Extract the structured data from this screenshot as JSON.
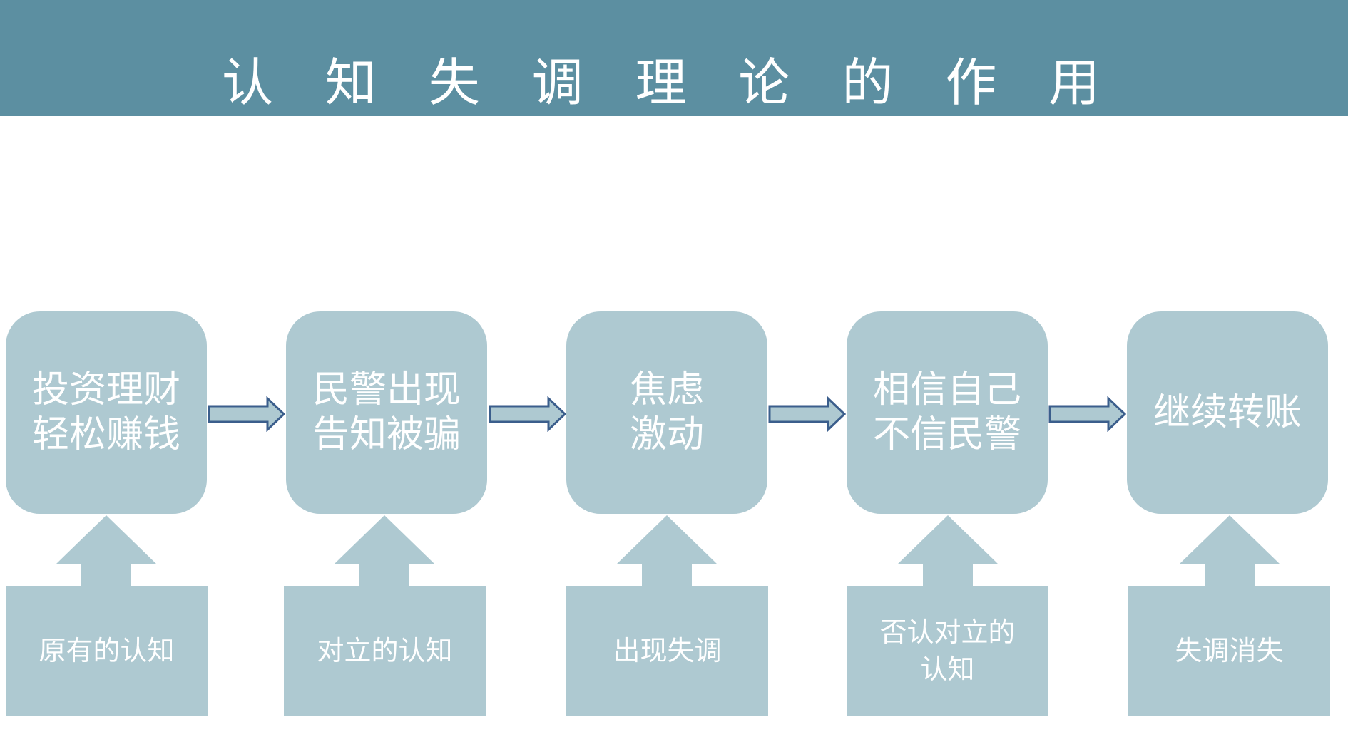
{
  "header": {
    "title": "认 知 失 调 理 论 的 作 用"
  },
  "colors": {
    "header_bg": "#5c8fa1",
    "box_fill": "#aec9d1",
    "arrow_outline": "#3b5e8c",
    "text": "#ffffff"
  },
  "flow": {
    "steps": [
      {
        "lines": [
          "投资理财",
          "轻松赚钱"
        ]
      },
      {
        "lines": [
          "民警出现",
          "告知被骗"
        ]
      },
      {
        "lines": [
          "焦虑",
          "激动"
        ]
      },
      {
        "lines": [
          "相信自己",
          "不信民警"
        ]
      },
      {
        "lines": [
          "继续转账"
        ]
      }
    ],
    "causes": [
      {
        "lines": [
          "原有的认知"
        ]
      },
      {
        "lines": [
          "对立的认知"
        ]
      },
      {
        "lines": [
          "出现失调"
        ]
      },
      {
        "lines": [
          "否认对立的",
          "认知"
        ]
      },
      {
        "lines": [
          "失调消失"
        ]
      }
    ]
  }
}
